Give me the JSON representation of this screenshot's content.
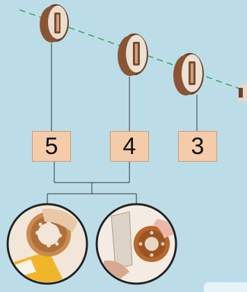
{
  "labels": {
    "part_5": "5",
    "part_4": "4",
    "part_3": "3"
  },
  "colors": {
    "background": "#bcdde8",
    "label_fill": "#f4ccaa",
    "axis_line": "#2fa65a",
    "leader_line": "#333333",
    "part_dark": "#7a4a2e",
    "part_light": "#e8dcd0"
  },
  "icons": [
    "gear-icon",
    "oil-can-icon",
    "sprocket-ring-icon"
  ]
}
